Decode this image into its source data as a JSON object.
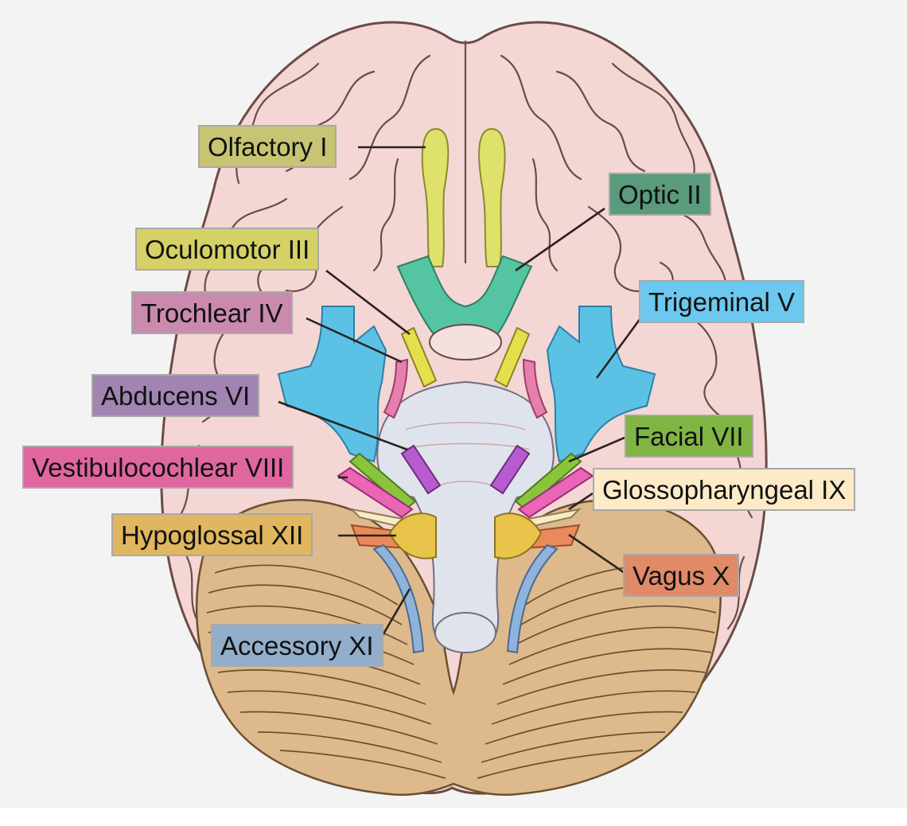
{
  "colors": {
    "background": "#f3f3f3",
    "cerebrum": "#f4d6d4",
    "cerebrum_outline": "#6b4b45",
    "cerebellum": "#deb98c",
    "brainstem": "#dfe3ec",
    "olfactory": "#dfe26a",
    "optic": "#55c4a2",
    "oculomotor": "#e6de4c",
    "trochlear": "#e77fae",
    "trigeminal": "#5bc2e6",
    "abducens": "#b85bd1",
    "facial": "#8ac43c",
    "vestibulocochlear": "#ea65b6",
    "glossopharyngeal": "#f9ebc7",
    "vagus": "#ea8a5b",
    "accessory": "#8fb3da",
    "hypoglossal": "#e9c44a"
  },
  "labels": {
    "olfactory": {
      "text": "Olfactory I",
      "bg": "#c7c573"
    },
    "optic": {
      "text": "Optic II",
      "bg": "#5a9a7d"
    },
    "oculomotor": {
      "text": "Oculomotor III",
      "bg": "#d5d166"
    },
    "trochlear": {
      "text": "Trochlear IV",
      "bg": "#c98aae"
    },
    "trigeminal": {
      "text": "Trigeminal V",
      "bg": "#6cc8ef"
    },
    "abducens": {
      "text": "Abducens VI",
      "bg": "#a184b2"
    },
    "facial": {
      "text": "Facial VII",
      "bg": "#80b544"
    },
    "vestibulocochlear": {
      "text": "Vestibulocochlear VIII",
      "bg": "#e066a0"
    },
    "glossopharyngeal": {
      "text": "Glossopharyngeal IX",
      "bg": "#fdebc8"
    },
    "vagus": {
      "text": "Vagus X",
      "bg": "#e08a68"
    },
    "accessory": {
      "text": "Accessory XI",
      "bg": "#92aecb"
    },
    "hypoglossal": {
      "text": "Hypoglossal XII",
      "bg": "#e0b660"
    }
  },
  "icons": [
    "brain-illustration"
  ]
}
